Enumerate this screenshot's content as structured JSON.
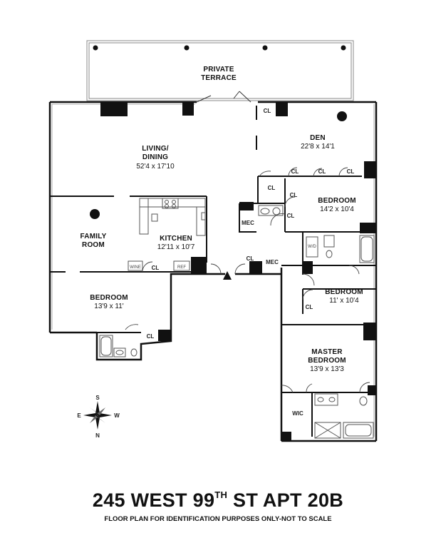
{
  "rooms": {
    "terrace": {
      "name": "PRIVATE TERRACE"
    },
    "living": {
      "name": "LIVING/ DINING",
      "dims": "52'4 x 17'10"
    },
    "den": {
      "name": "DEN",
      "dims": "22'8 x 14'1"
    },
    "family": {
      "name": "FAMILY ROOM"
    },
    "kitchen": {
      "name": "KITCHEN",
      "dims": "12'11 x 10'7"
    },
    "bedroom1": {
      "name": "BEDROOM",
      "dims": "14'2 x 10'4"
    },
    "bedroom2": {
      "name": "BEDROOM",
      "dims": "11' x 10'4"
    },
    "bedroom3": {
      "name": "BEDROOM",
      "dims": "13'9 x 11'"
    },
    "master": {
      "name": "MASTER BEDROOM",
      "dims": "13'9 x 13'3"
    }
  },
  "small_labels": {
    "closet": "CL",
    "mech": "MEC",
    "walk_in_closet": "WIC",
    "refrigerator": "REF",
    "wine": "WINE",
    "washer_dryer": "W/D"
  },
  "compass": {
    "north": "N",
    "south": "S",
    "east": "E",
    "west": "W"
  },
  "address": {
    "main": "245 WEST 99",
    "superscript": "TH",
    "suffix": " ST APT 20B"
  },
  "disclaimer": "FLOOR PLAN FOR IDENTIFICATION PURPOSES ONLY-NOT TO SCALE"
}
